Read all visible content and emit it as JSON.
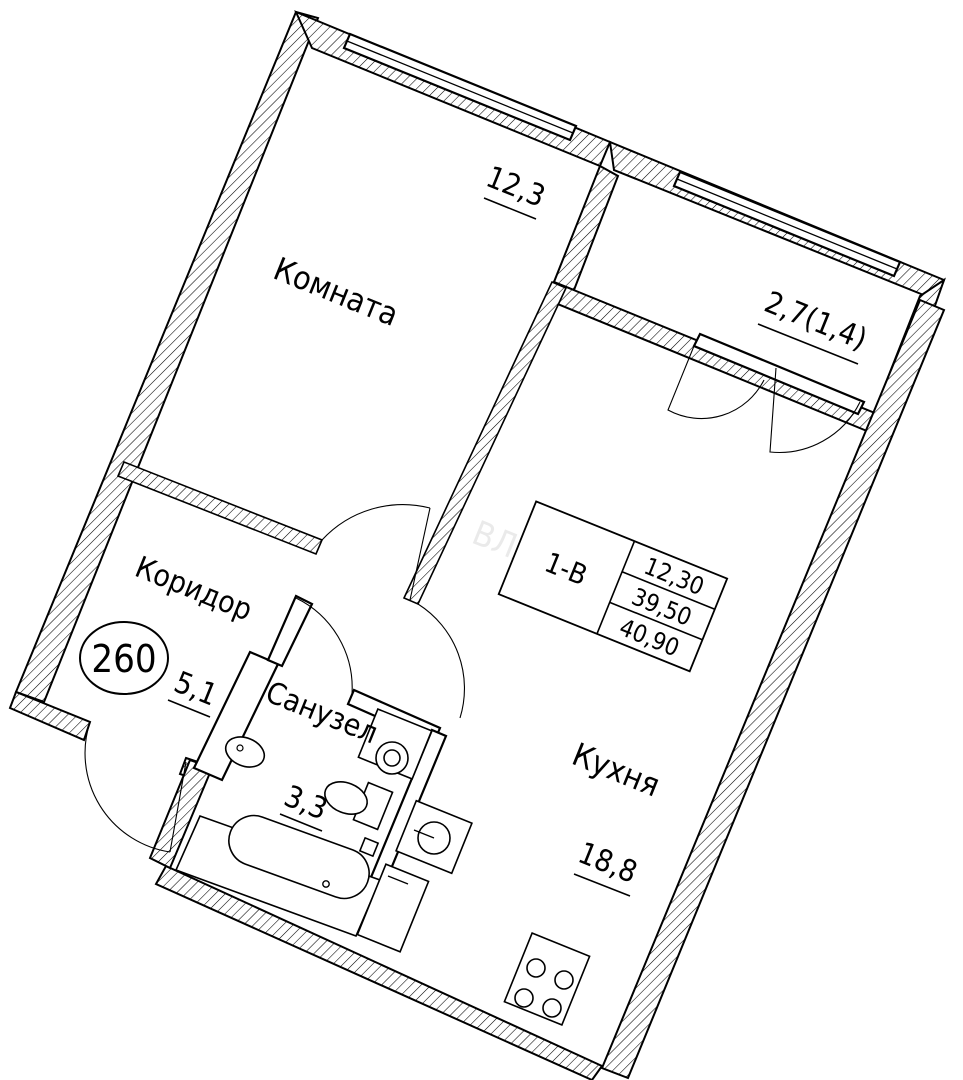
{
  "rooms": {
    "room": {
      "name": "Комната",
      "area": "12,3"
    },
    "balcony": {
      "area": "2,7(1,4)"
    },
    "kitchen": {
      "name": "Кухня",
      "area": "18,8"
    },
    "corridor": {
      "name": "Коридор",
      "area": "5,1"
    },
    "bathroom": {
      "name": "Санузел",
      "area": "3,3"
    }
  },
  "apartment_number": "260",
  "spec_table": {
    "type": "1-В",
    "values": [
      "12,30",
      "39,50",
      "40,90"
    ]
  },
  "watermark": "ВЛАДИС",
  "colors": {
    "line": "#000000",
    "background": "#ffffff"
  }
}
